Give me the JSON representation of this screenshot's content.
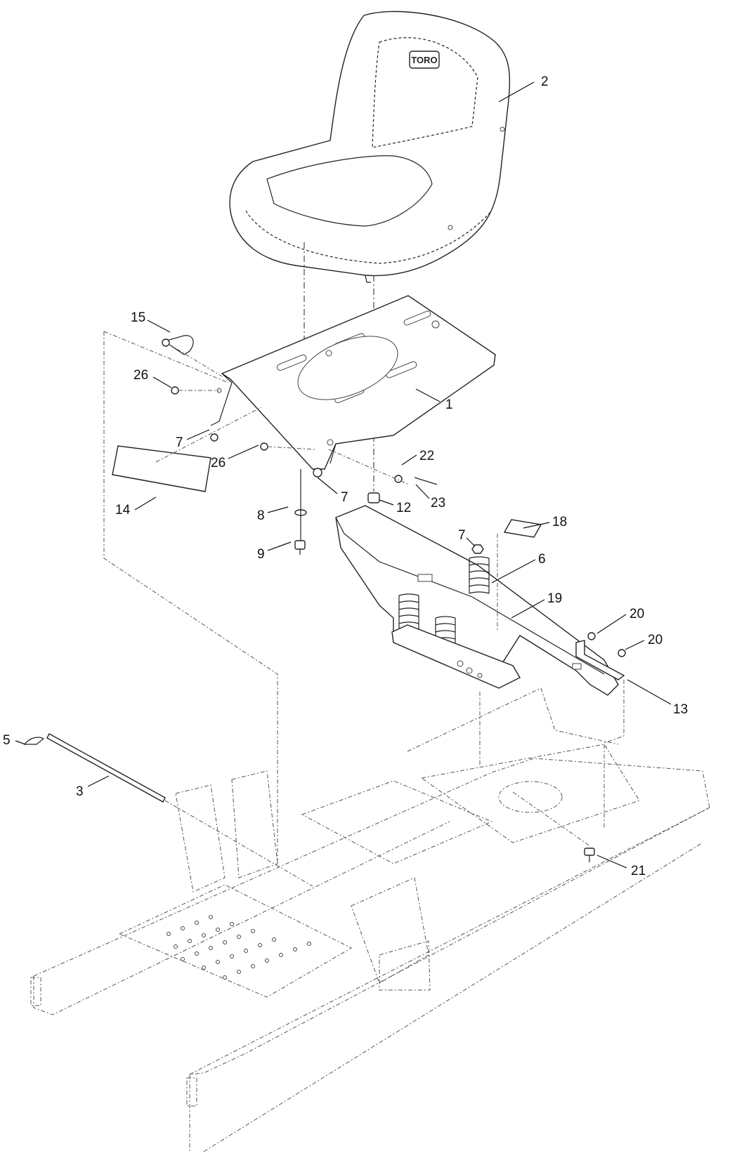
{
  "diagram": {
    "brand_logo": "TORO",
    "callouts": [
      {
        "id": "c1",
        "label": "1"
      },
      {
        "id": "c2",
        "label": "2"
      },
      {
        "id": "c3",
        "label": "3"
      },
      {
        "id": "c5",
        "label": "5"
      },
      {
        "id": "c6",
        "label": "6"
      },
      {
        "id": "c7a",
        "label": "7"
      },
      {
        "id": "c7b",
        "label": "7"
      },
      {
        "id": "c7c",
        "label": "7"
      },
      {
        "id": "c8",
        "label": "8"
      },
      {
        "id": "c9",
        "label": "9"
      },
      {
        "id": "c12",
        "label": "12"
      },
      {
        "id": "c13",
        "label": "13"
      },
      {
        "id": "c14",
        "label": "14"
      },
      {
        "id": "c15",
        "label": "15"
      },
      {
        "id": "c18",
        "label": "18"
      },
      {
        "id": "c19",
        "label": "19"
      },
      {
        "id": "c20a",
        "label": "20"
      },
      {
        "id": "c20b",
        "label": "20"
      },
      {
        "id": "c21",
        "label": "21"
      },
      {
        "id": "c22",
        "label": "22"
      },
      {
        "id": "c23",
        "label": "23"
      },
      {
        "id": "c26a",
        "label": "26"
      },
      {
        "id": "c26b",
        "label": "26"
      }
    ]
  }
}
